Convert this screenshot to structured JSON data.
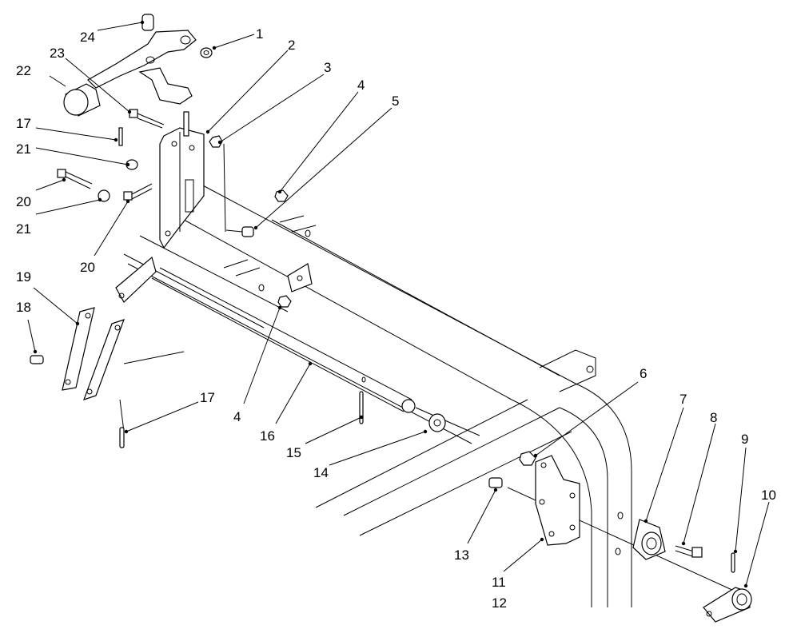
{
  "callouts": {
    "c1": "1",
    "c2": "2",
    "c3": "3",
    "c4a": "4",
    "c4b": "4",
    "c5": "5",
    "c6": "6",
    "c7": "7",
    "c8": "8",
    "c9": "9",
    "c10": "10",
    "c11": "11",
    "c12": "12",
    "c13": "13",
    "c14": "14",
    "c15": "15",
    "c16": "16",
    "c17a": "17",
    "c17b": "17",
    "c18": "18",
    "c19": "19",
    "c20a": "20",
    "c20b": "20",
    "c21a": "21",
    "c21b": "21",
    "c22": "22",
    "c23": "23",
    "c24": "24"
  }
}
